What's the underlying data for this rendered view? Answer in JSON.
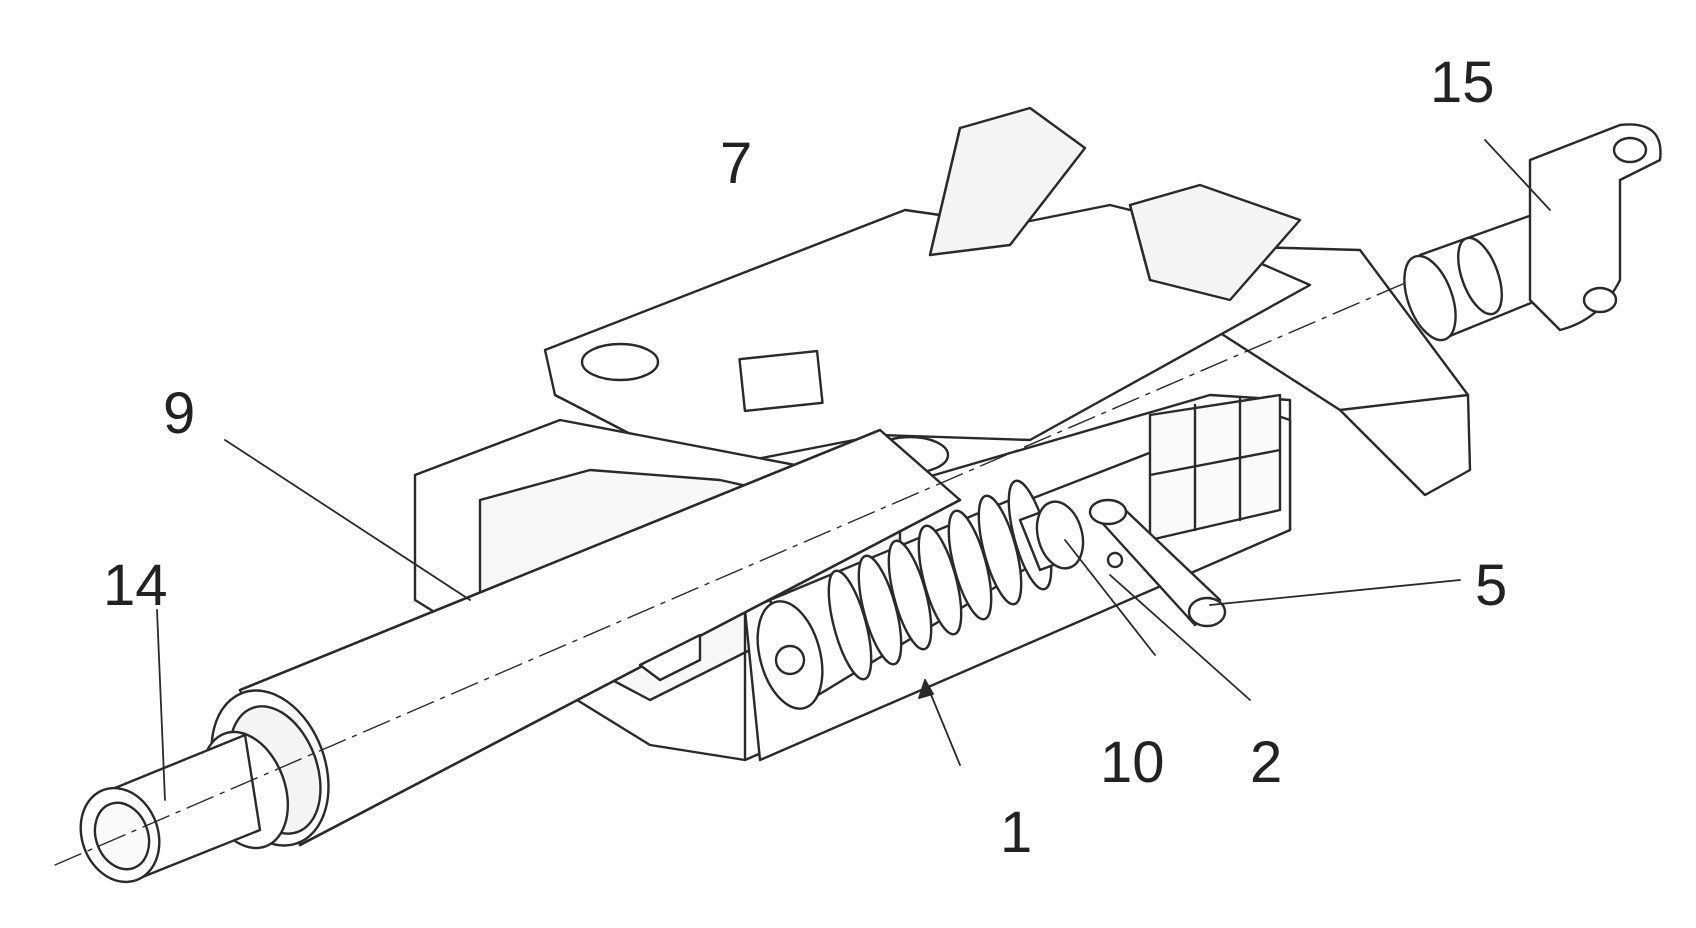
{
  "figure": {
    "labels": [
      {
        "id": "ref-7",
        "text": "7"
      },
      {
        "id": "ref-15",
        "text": "15"
      },
      {
        "id": "ref-9",
        "text": "9"
      },
      {
        "id": "ref-14",
        "text": "14"
      },
      {
        "id": "ref-5",
        "text": "5"
      },
      {
        "id": "ref-10",
        "text": "10"
      },
      {
        "id": "ref-2",
        "text": "2"
      },
      {
        "id": "ref-1",
        "text": "1"
      }
    ]
  },
  "colors": {
    "line": "#2a2a2a",
    "fill": "#ffffff",
    "shade": "#efefef"
  }
}
